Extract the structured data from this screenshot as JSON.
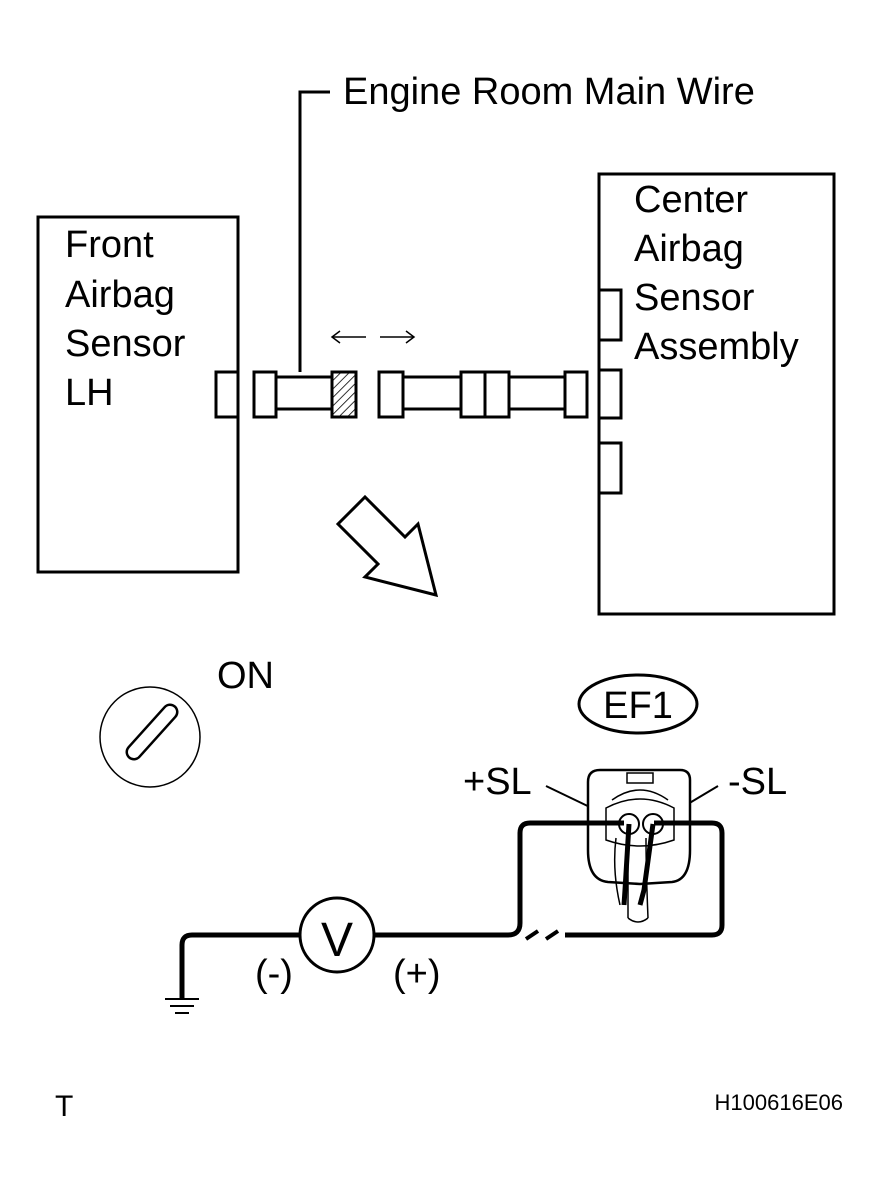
{
  "harness": {
    "label": "Engine Room Main Wire"
  },
  "front_sensor": {
    "line1": "Front",
    "line2": "Airbag",
    "line3": "Sensor",
    "line4": "LH"
  },
  "center_sensor": {
    "line1": "Center",
    "line2": "Airbag",
    "line3": "Sensor",
    "line4": "Assembly"
  },
  "ignition": {
    "label": "ON"
  },
  "connector": {
    "id": "EF1",
    "pos_terminal": "+SL",
    "neg_terminal": "-SL"
  },
  "meter": {
    "symbol": "V",
    "neg_label": "(-)",
    "pos_label": "(+)"
  },
  "footer": {
    "left_mark": "T",
    "figure_code": "H100616E06"
  }
}
